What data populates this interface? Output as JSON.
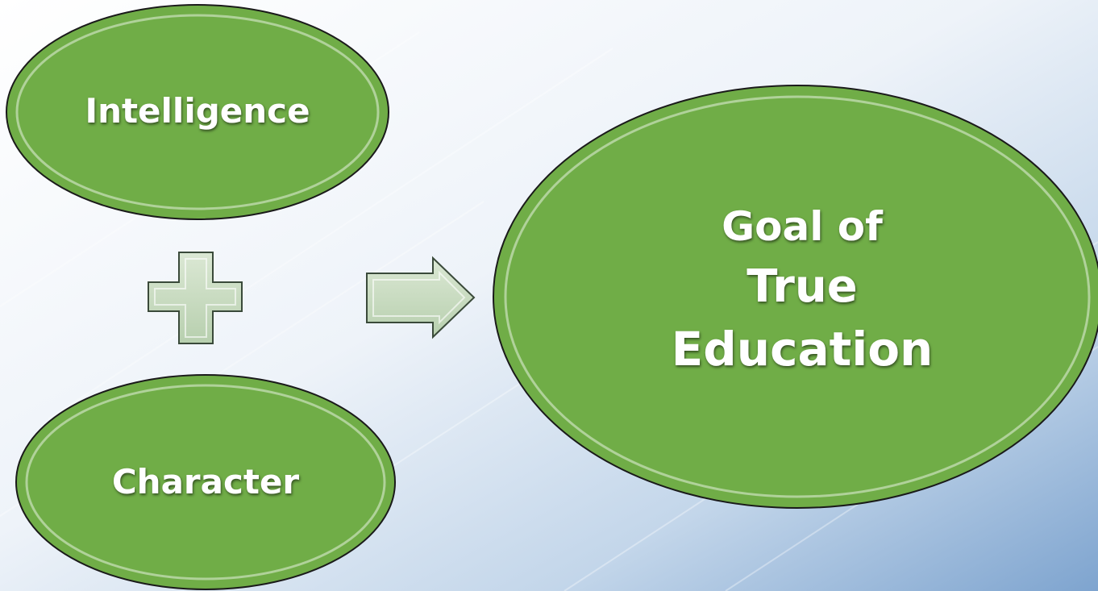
{
  "colors": {
    "ellipse_fill": "#70AD47",
    "ellipse_stroke": "#1a1a1a",
    "symbol_fill": "#c9dcc0",
    "text": "#ffffff",
    "background_light": "#ffffff",
    "background_dark": "#8aaed6"
  },
  "nodes": {
    "intelligence": "Intelligence",
    "character": "Character",
    "goal_line1": "Goal of",
    "goal_line2": "True",
    "goal_line3": "Education"
  },
  "symbols": {
    "plus": "plus-icon",
    "arrow": "right-arrow-icon"
  }
}
